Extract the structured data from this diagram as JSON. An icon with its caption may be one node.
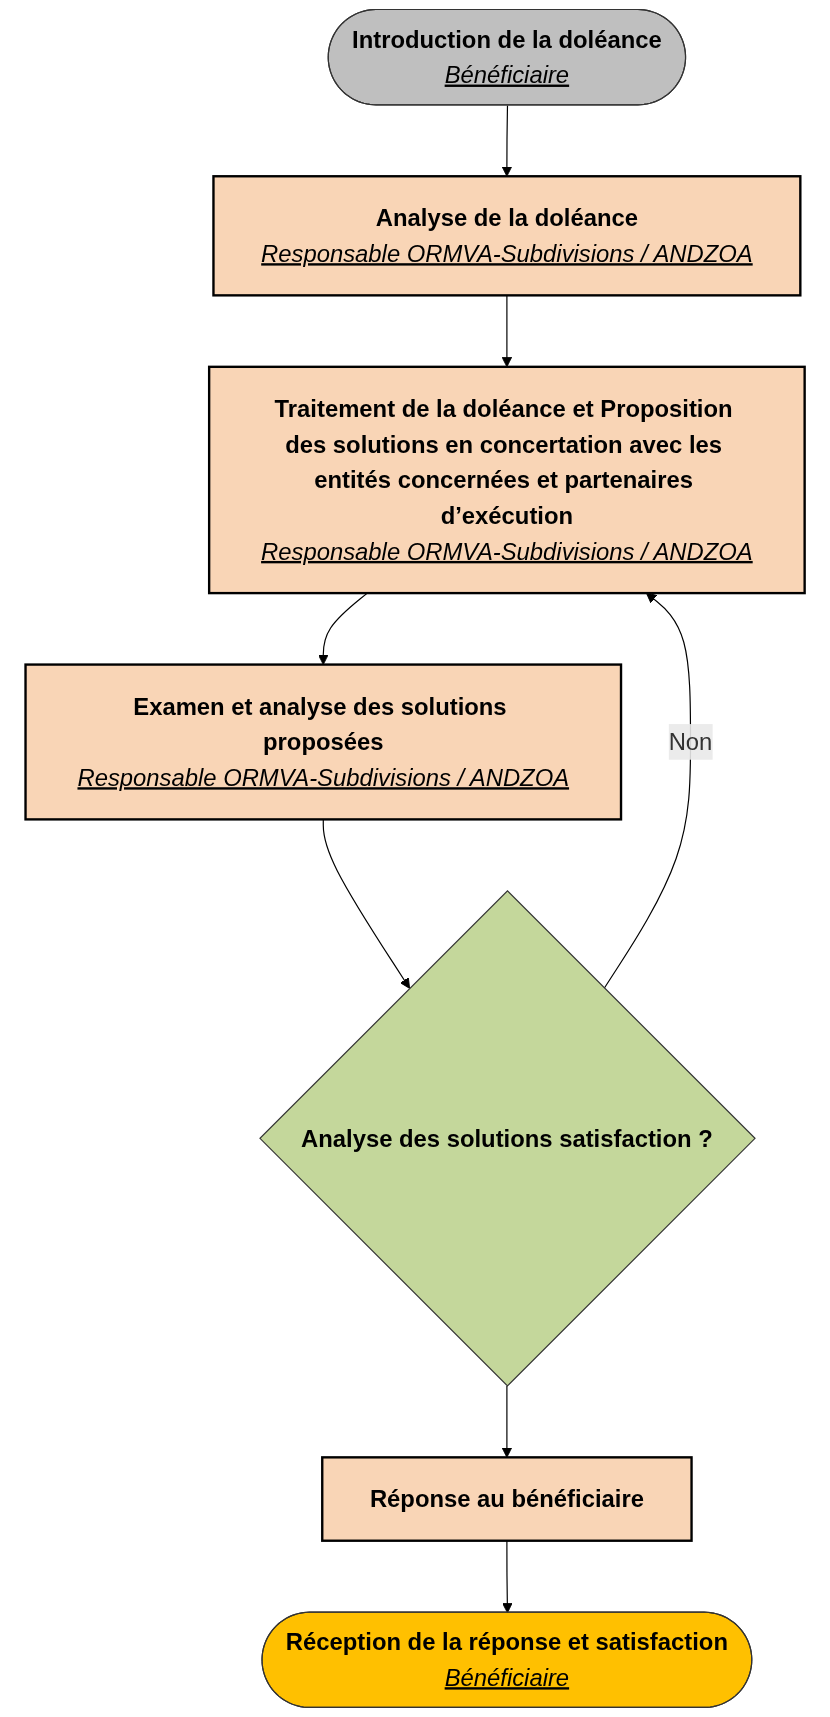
{
  "diagram": {
    "nodes": [
      {
        "text": [
          "Introduction de la doléance",
          "Bénéficiaire"
        ]
      },
      {
        "text": [
          "Analyse de la doléance",
          "Responsable ORMVA-Subdivisions / ANDZOA"
        ]
      },
      {
        "text": [
          "Traitement de la doléance et Proposition des solutions en concertation avec les entités concernées et partenaires d’exécution",
          "Responsable ORMVA-Subdivisions / ANDZOA"
        ]
      },
      {
        "text": [
          "Examen et analyse des solutions proposées",
          "Responsable ORMVA-Subdivisions / ANDZOA"
        ]
      },
      {
        "text": [
          "Analyse des solutions satisfaction ?"
        ]
      },
      {
        "text": [
          "Réponse au bénéficiaire"
        ]
      },
      {
        "text": [
          "Réception de la réponse et satisfaction",
          "Bénéficiaire"
        ]
      }
    ],
    "edges": [
      {
        "from": 0,
        "to": 1,
        "arrow": "to"
      },
      {
        "from": 1,
        "to": 2,
        "arrow": "to"
      },
      {
        "from": 2,
        "to": 3,
        "arrow": "to"
      },
      {
        "from": 3,
        "to": 4,
        "arrow": "to"
      },
      {
        "from": 4,
        "to": 2,
        "arrow": "to",
        "label": "Non"
      },
      {
        "from": 4,
        "to": 5,
        "arrow": "to"
      },
      {
        "from": 5,
        "to": 6,
        "arrow": "to"
      }
    ]
  }
}
